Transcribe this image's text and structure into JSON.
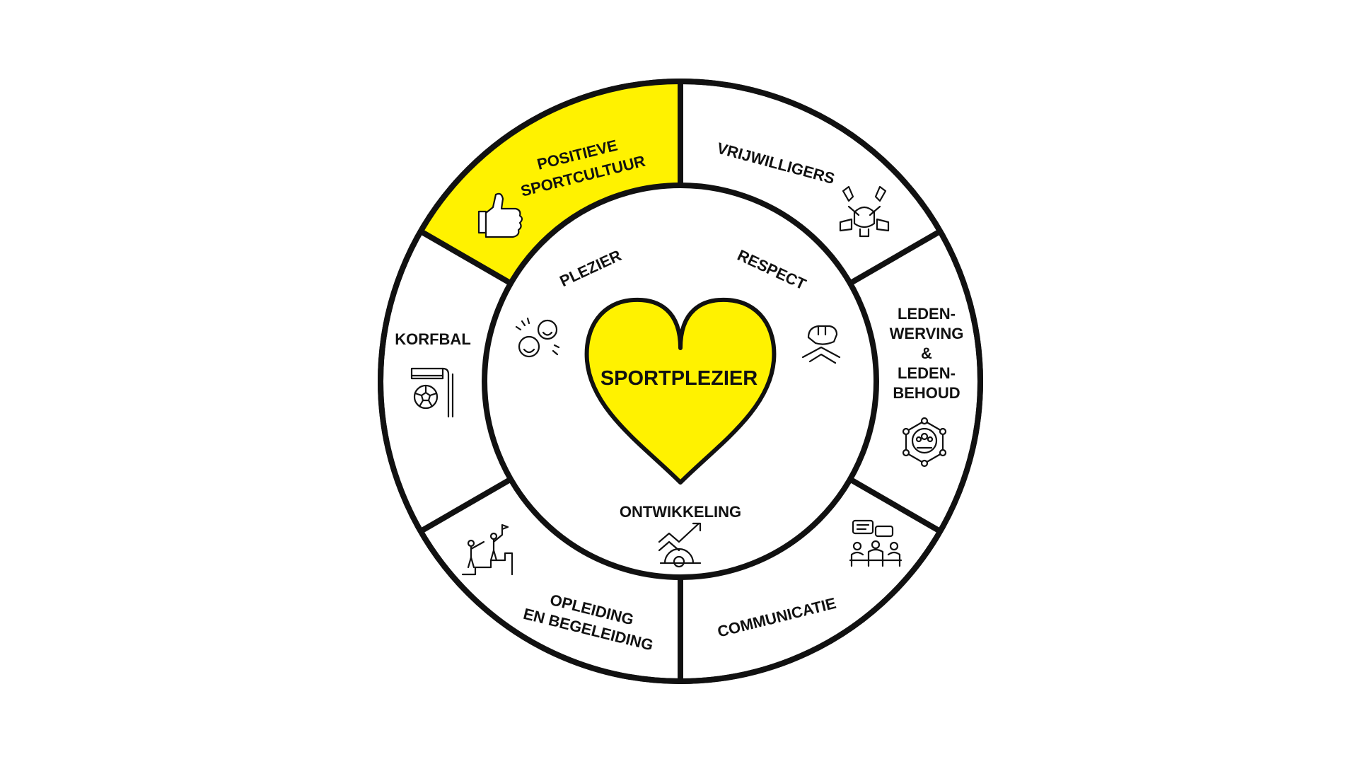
{
  "colors": {
    "accent": "#fff200",
    "line": "#111111",
    "background": "#ffffff"
  },
  "center": {
    "label": "SPORTPLEZIER",
    "icon": "heart-icon"
  },
  "values": [
    {
      "label": "PLEZIER",
      "icon": "laughing-faces-icon"
    },
    {
      "label": "RESPECT",
      "icon": "handshake-icon"
    },
    {
      "label": "ONTWIKKELING",
      "icon": "growth-gear-icon"
    }
  ],
  "segments": [
    {
      "lines": [
        "POSITIEVE",
        "SPORTCULTUUR"
      ],
      "icon": "thumbs-up-icon",
      "highlighted": true
    },
    {
      "lines": [
        "VRIJWILLIGERS"
      ],
      "icon": "team-hands-icon",
      "highlighted": false
    },
    {
      "lines": [
        "LEDEN-",
        "WERVING",
        "&",
        "LEDEN-",
        "BEHOUD"
      ],
      "icon": "network-people-icon",
      "highlighted": false
    },
    {
      "lines": [
        "COMMUNICATIE"
      ],
      "icon": "meeting-chat-icon",
      "highlighted": false
    },
    {
      "lines": [
        "OPLEIDING",
        "EN BEGELEIDING"
      ],
      "icon": "coaching-stairs-icon",
      "highlighted": false
    },
    {
      "lines": [
        "KORFBAL"
      ],
      "icon": "korfball-basket-icon",
      "highlighted": false
    }
  ]
}
